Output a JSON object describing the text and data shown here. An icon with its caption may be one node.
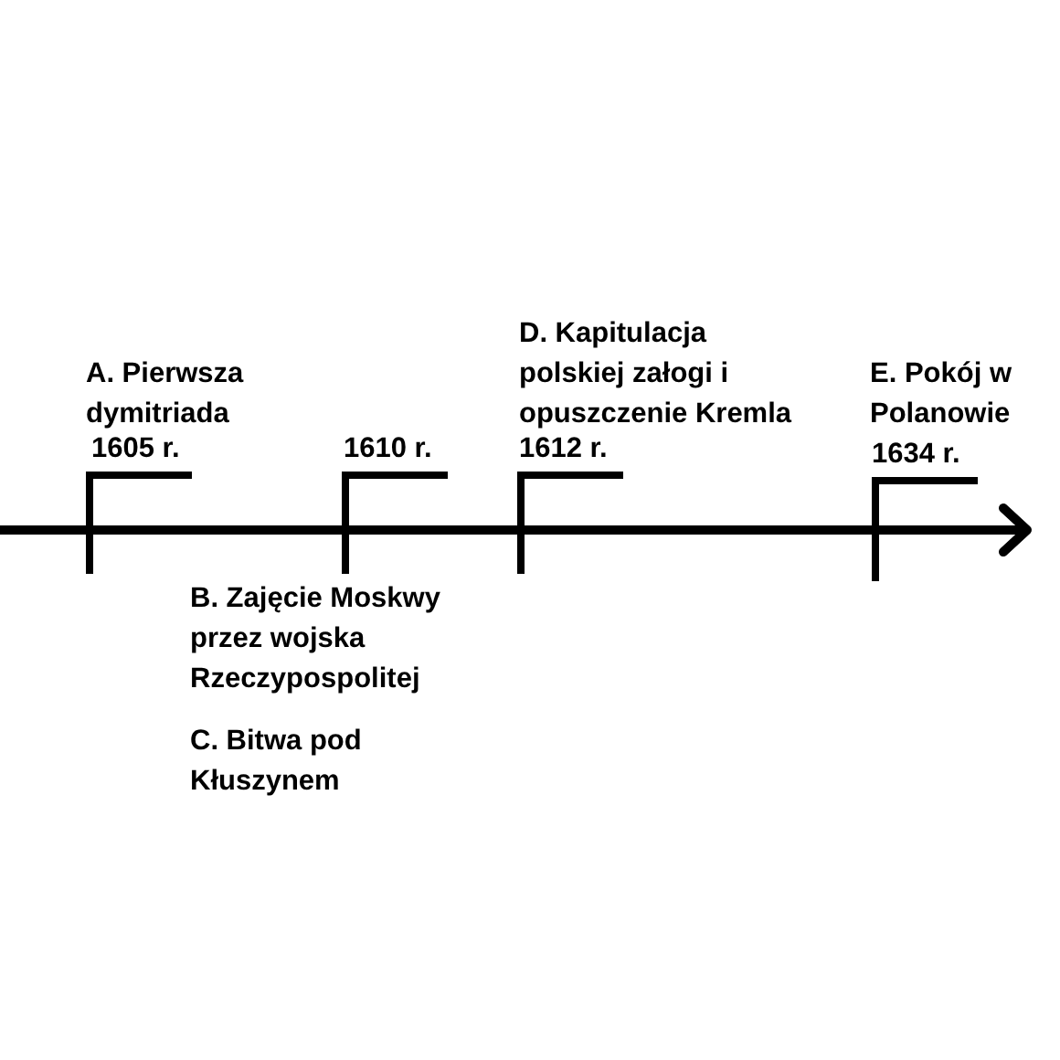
{
  "diagram": {
    "labels": [
      "A. Pierwsza dymitriada",
      "1605 r.",
      "1610 r.",
      "D. Kapitulacja polskiej załogi i opuszczenie Kremla",
      "1612 r.",
      "E. Pokój w Polanowie",
      "1634 r.",
      "B. Zajęcie Moskwy przez wojska Rzeczypospolitej",
      "C. Bitwa pod Kłuszynem"
    ]
  }
}
